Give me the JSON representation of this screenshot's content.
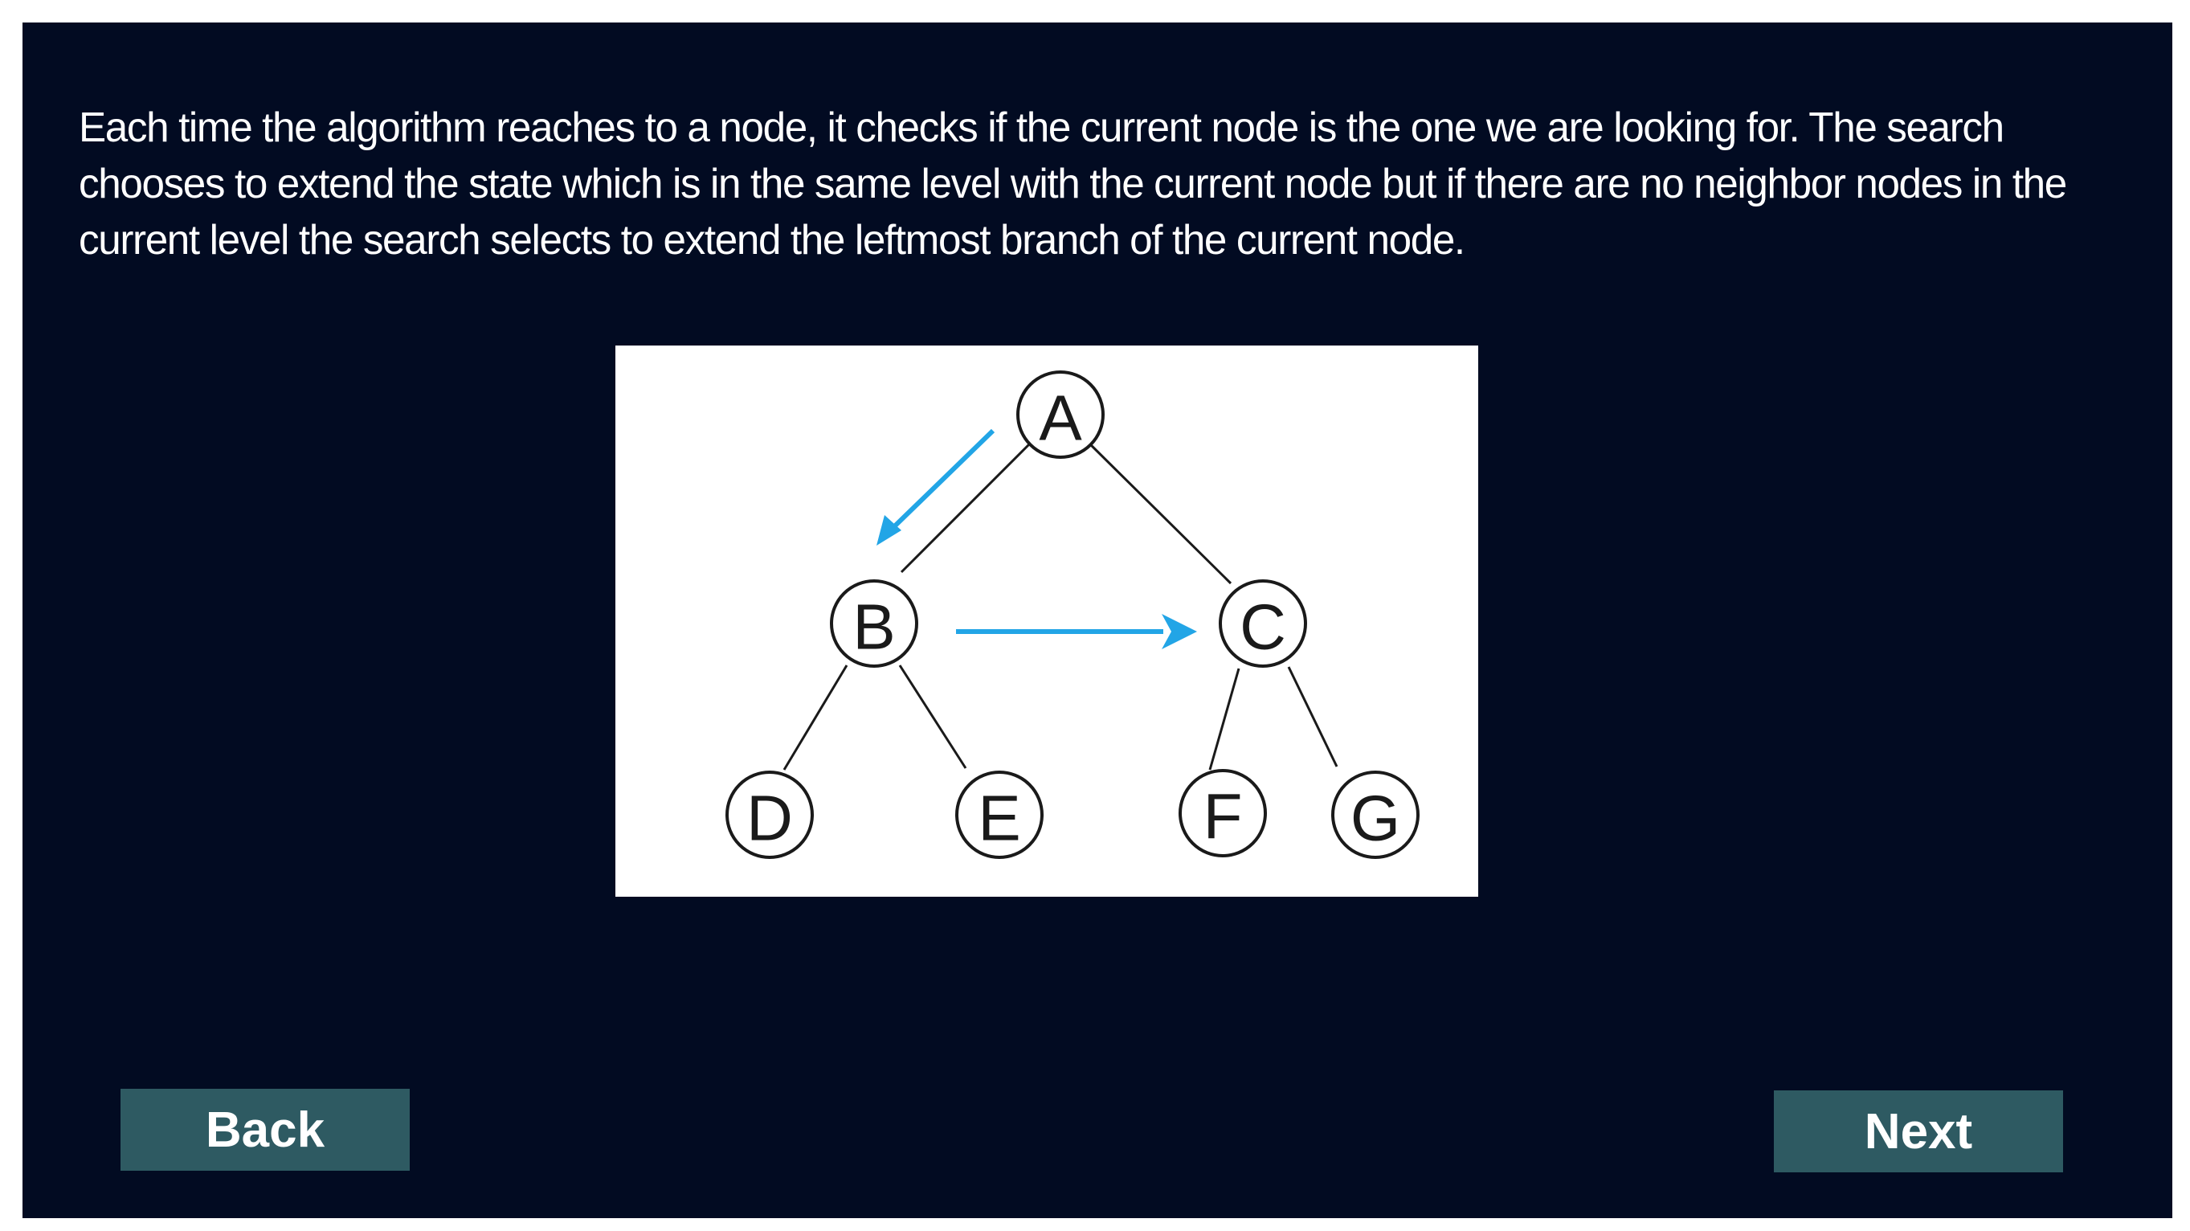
{
  "slide": {
    "description": "Each time the algorithm reaches to a node, it checks if the current node is the one we are looking for. The search chooses to extend the state which is in the same level with the current node but if there are no neighbor nodes in the current level the search selects to extend the leftmost branch of the current node."
  },
  "diagram": {
    "nodes": {
      "a": "A",
      "b": "B",
      "c": "C",
      "d": "D",
      "e": "E",
      "f": "F",
      "g": "G"
    },
    "edges": [
      [
        "A",
        "B"
      ],
      [
        "A",
        "C"
      ],
      [
        "B",
        "D"
      ],
      [
        "B",
        "E"
      ],
      [
        "C",
        "F"
      ],
      [
        "C",
        "G"
      ]
    ],
    "arrows": [
      {
        "from": "A",
        "to": "B"
      },
      {
        "from": "B",
        "to": "C"
      }
    ],
    "arrow_color": "#22a5e6"
  },
  "navigation": {
    "back_label": "Back",
    "next_label": "Next",
    "button_color": "#2e5a62"
  },
  "colors": {
    "background": "#020b22",
    "text": "#ffffff"
  }
}
